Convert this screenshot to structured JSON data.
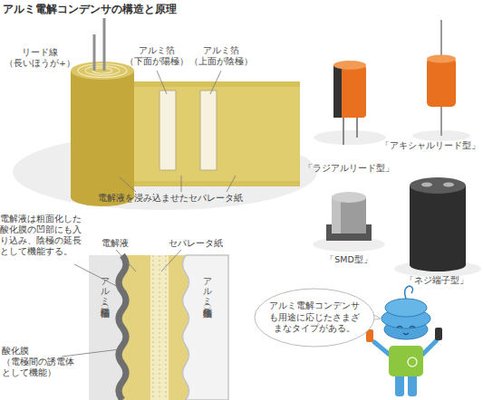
{
  "diagram": {
    "title": "アルミ電解コンデンサの構造と原理",
    "nodes": [
      {
        "text": [
          "アルミ電解コンデンサ も用途に応じたさまざ まなタイプがある。"
        ]
      }
    ],
    "labels": [
      "リード線 （長いほうが+）",
      "アルミ箔 （下面が陽極）",
      "アルミ箔 （上面が陰極）",
      "電解液を浸み込ませたセパレータ紙",
      "「ラジアルリード型」",
      "「アキシャルリード型」",
      "電解液は粗面化した 酸化膜の凹部にも入 り込み、陰極の延長 として機能する。",
      "電解液",
      "セパレータ紙",
      "「SMD型」",
      "「ネジ端子型」",
      "アルミ箔（陽極側）",
      "アルミ箔（陰極側）",
      "酸化膜 （電極間の誘電体 として機能）"
    ]
  }
}
